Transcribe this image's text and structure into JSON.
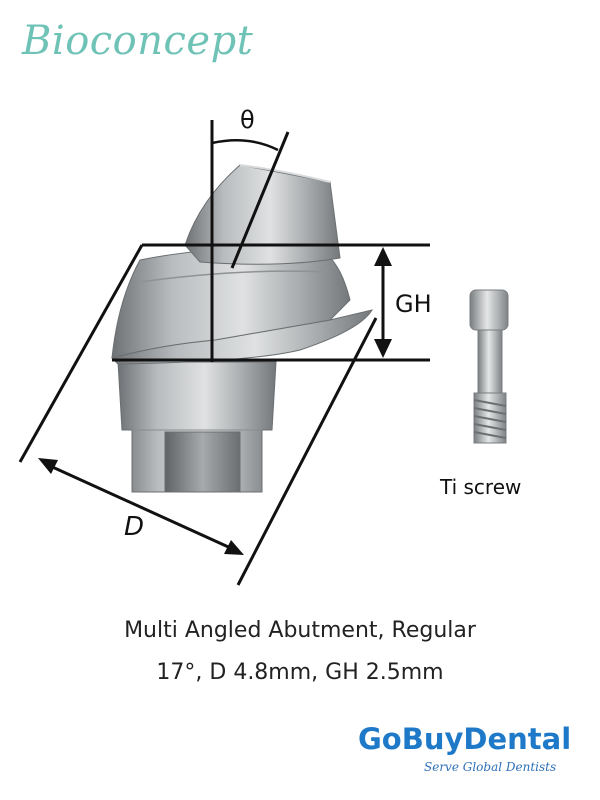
{
  "brand": {
    "name": "Bioconcept"
  },
  "diagram": {
    "angle_label": "θ",
    "gingival_height_label": "GH",
    "diameter_label": "D",
    "screw_caption": "Ti screw"
  },
  "product": {
    "name": "Multi Angled Abutment, Regular",
    "spec": "17°, D 4.8mm, GH 2.5mm"
  },
  "seller": {
    "name": "GoBuyDental",
    "tagline": "Serve Global Dentists"
  },
  "colors": {
    "brand_teal": "#6fc3b6",
    "seller_blue": "#1e79c8"
  }
}
